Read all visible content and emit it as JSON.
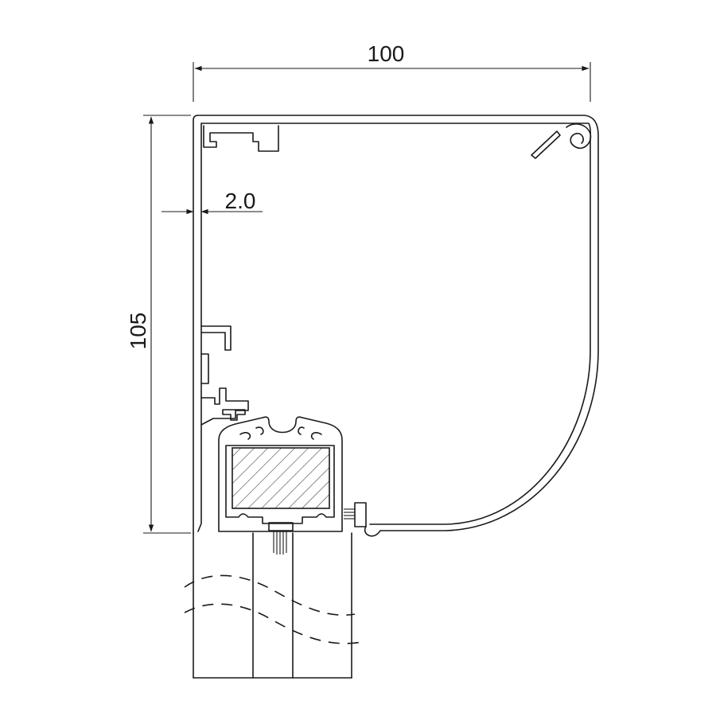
{
  "dimensions": {
    "width_label": "100",
    "height_label": "105",
    "wall_thickness_label": "2.0"
  },
  "colors": {
    "line": "#1a1a1a",
    "background": "#ffffff"
  }
}
